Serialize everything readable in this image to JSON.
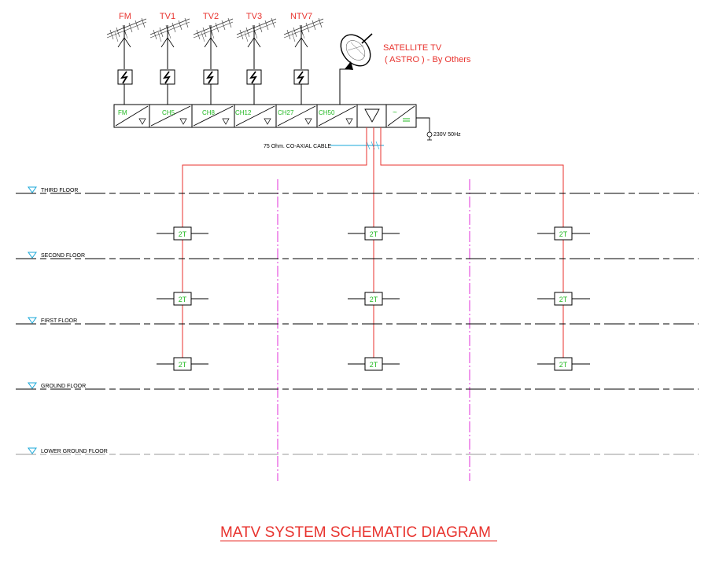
{
  "title": "MATV SYSTEM SCHEMATIC DIAGRAM",
  "antennas": [
    "FM",
    "TV1",
    "TV2",
    "TV3",
    "NTV7"
  ],
  "satellite": {
    "line1": "SATELLITE TV",
    "line2": "( ASTRO ) - By Others"
  },
  "channels": [
    "FM",
    "CH5",
    "CH8",
    "CH12",
    "CH27",
    "CH50"
  ],
  "power_label": "230V 50Hz",
  "cable_label": "75 Ohm. CO-AXIAL CABLE",
  "floors": [
    "THIRD FLOOR",
    "SECOND FLOOR",
    "FIRST FLOOR",
    "GROUND FLOOR",
    "LOWER GROUND FLOOR"
  ],
  "tap_label": "2T",
  "colors": {
    "red": "#e8322d",
    "green": "#22b822",
    "magenta": "#e22fd9",
    "cyan": "#1aa7d8",
    "black": "#000000"
  }
}
